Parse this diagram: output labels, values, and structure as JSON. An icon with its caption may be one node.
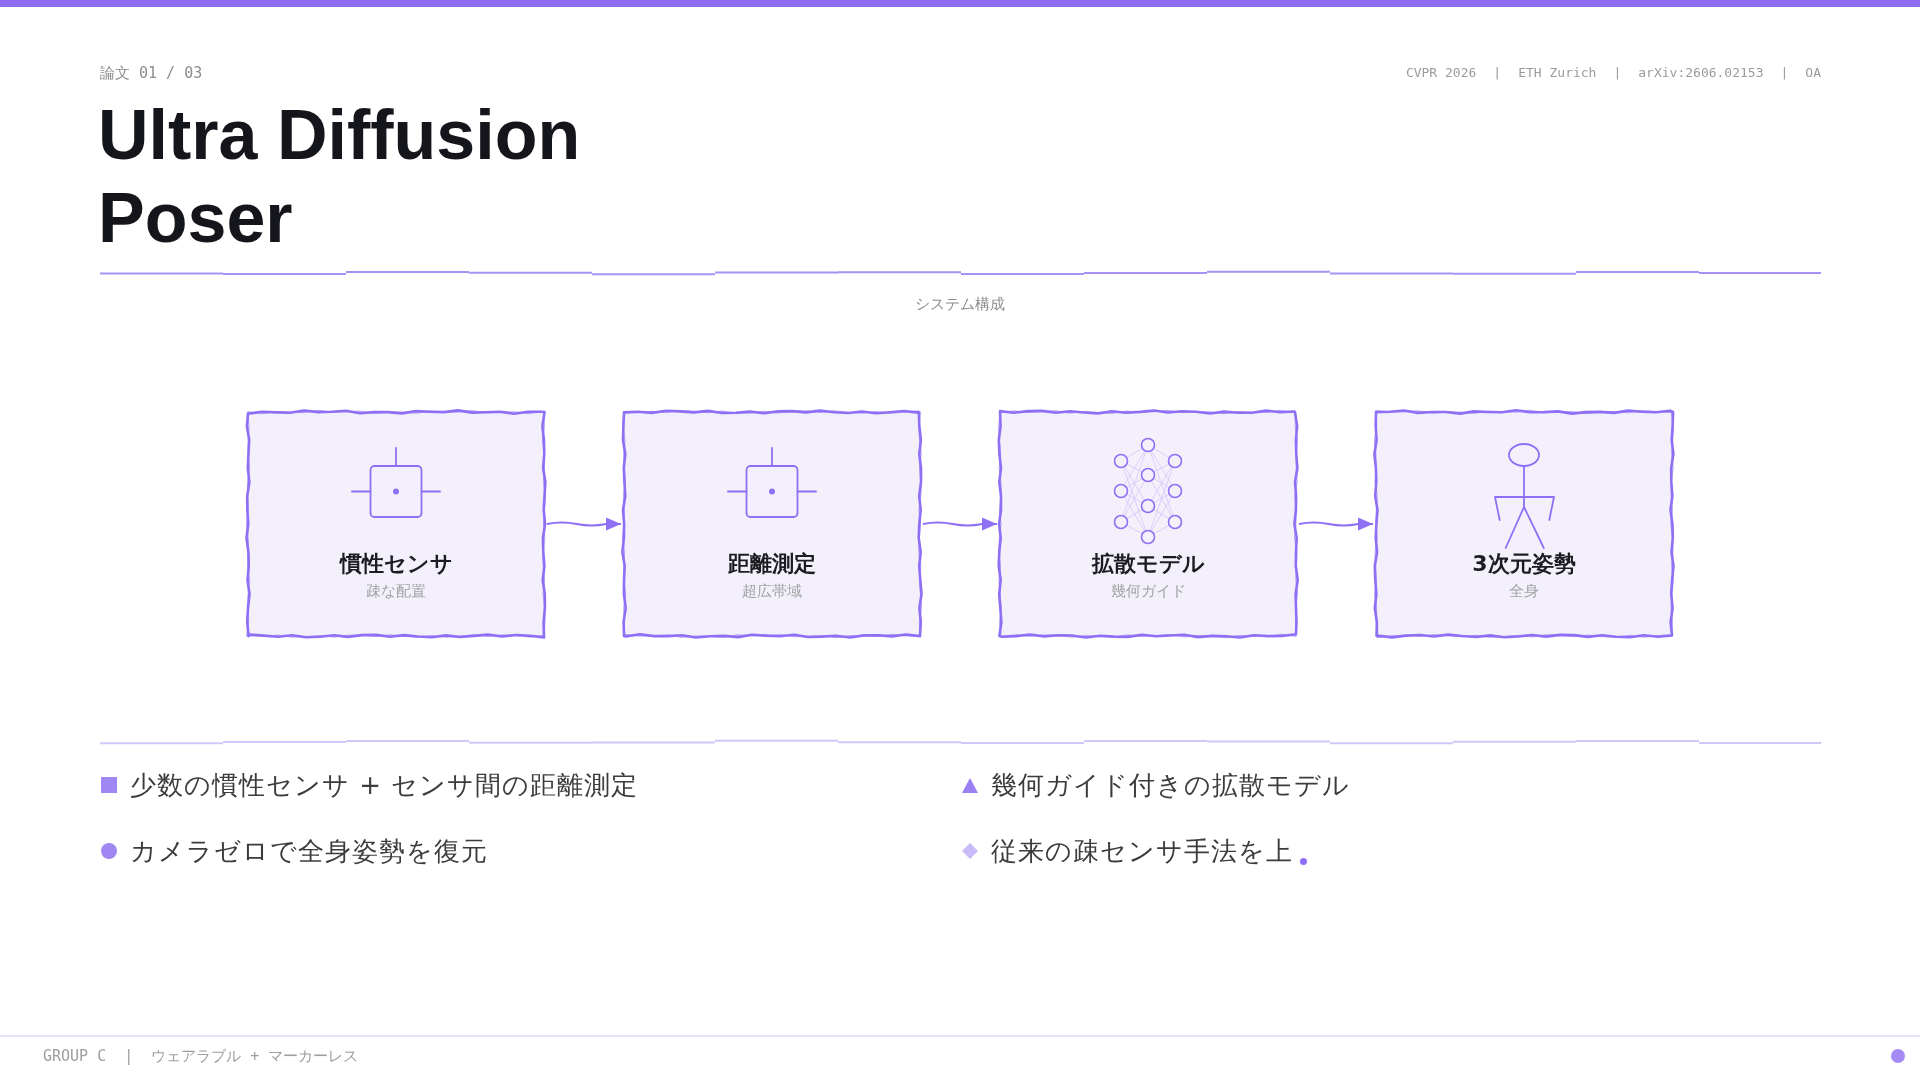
{
  "diagram": {
    "title": "Ultra Diffusion Poser",
    "nodes": [
      {
        "text": [
          "慣性センサ",
          "疎な配置"
        ]
      },
      {
        "text": [
          "距離測定",
          "超広帯域"
        ]
      },
      {
        "text": [
          "拡散モデル",
          "幾何ガイド"
        ]
      },
      {
        "text": [
          "3次元姿勢",
          "全身"
        ]
      }
    ],
    "edges": [
      {
        "from": 0,
        "to": 1,
        "arrow": "to"
      },
      {
        "from": 1,
        "to": 2,
        "arrow": "to"
      },
      {
        "from": 2,
        "to": 3,
        "arrow": "to"
      }
    ],
    "labels": [
      "論文 01 / 03",
      "CVPR 2026",
      "|",
      "ETH Zurich",
      "|",
      "arXiv:2606.02153",
      "|",
      "OA",
      "システム構成",
      "少数の慣性センサ + センサ間の距離測定",
      "幾何ガイド付きの拡散モデル",
      "カメラゼロで全身姿勢を復元",
      "従来の疎センサ手法を上",
      "GROUP C",
      "|",
      "ウェアラブル + マーカーレス"
    ]
  }
}
